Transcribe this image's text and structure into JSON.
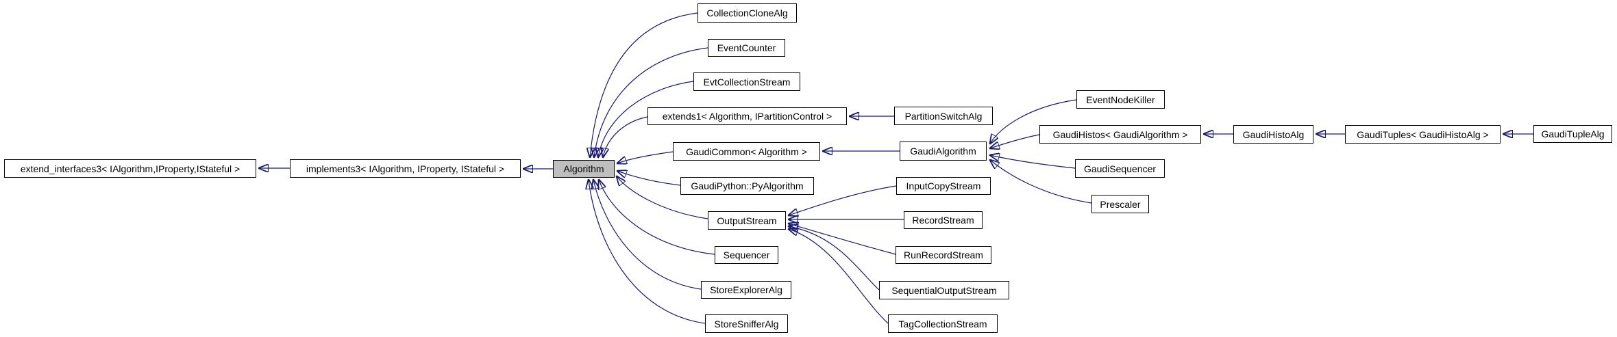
{
  "diagram": {
    "kind": "class-inheritance-graph",
    "current_node": "Algorithm",
    "colors": {
      "edge": "#191970",
      "node_border": "#000000",
      "node_fill": "#ffffff",
      "current_node_fill": "#bfbfbf",
      "text": "#000000",
      "background": "#ffffff"
    },
    "nodes": [
      {
        "id": "extend_interfaces3",
        "label": "extend_interfaces3< IAlgorithm,IProperty,IStateful >"
      },
      {
        "id": "implements3",
        "label": "implements3< IAlgorithm, IProperty, IStateful >"
      },
      {
        "id": "Algorithm",
        "label": "Algorithm"
      },
      {
        "id": "CollectionCloneAlg",
        "label": "CollectionCloneAlg"
      },
      {
        "id": "EventCounter",
        "label": "EventCounter"
      },
      {
        "id": "EvtCollectionStream",
        "label": "EvtCollectionStream"
      },
      {
        "id": "extends1",
        "label": "extends1< Algorithm, IPartitionControl >"
      },
      {
        "id": "GaudiCommon",
        "label": "GaudiCommon< Algorithm >"
      },
      {
        "id": "GaudiPythonPyAlgorithm",
        "label": "GaudiPython::PyAlgorithm"
      },
      {
        "id": "OutputStream",
        "label": "OutputStream"
      },
      {
        "id": "Sequencer",
        "label": "Sequencer"
      },
      {
        "id": "StoreExplorerAlg",
        "label": "StoreExplorerAlg"
      },
      {
        "id": "StoreSnifferAlg",
        "label": "StoreSnifferAlg"
      },
      {
        "id": "PartitionSwitchAlg",
        "label": "PartitionSwitchAlg"
      },
      {
        "id": "GaudiAlgorithm",
        "label": "GaudiAlgorithm"
      },
      {
        "id": "InputCopyStream",
        "label": "InputCopyStream"
      },
      {
        "id": "RecordStream",
        "label": "RecordStream"
      },
      {
        "id": "RunRecordStream",
        "label": "RunRecordStream"
      },
      {
        "id": "SequentialOutputStream",
        "label": "SequentialOutputStream"
      },
      {
        "id": "TagCollectionStream",
        "label": "TagCollectionStream"
      },
      {
        "id": "EventNodeKiller",
        "label": "EventNodeKiller"
      },
      {
        "id": "GaudiHistos",
        "label": "GaudiHistos< GaudiAlgorithm >"
      },
      {
        "id": "GaudiSequencer",
        "label": "GaudiSequencer"
      },
      {
        "id": "Prescaler",
        "label": "Prescaler"
      },
      {
        "id": "GaudiHistoAlg",
        "label": "GaudiHistoAlg"
      },
      {
        "id": "GaudiTuples",
        "label": "GaudiTuples< GaudiHistoAlg >"
      },
      {
        "id": "GaudiTupleAlg",
        "label": "GaudiTupleAlg"
      }
    ],
    "edges": [
      {
        "from": "implements3",
        "to": "extend_interfaces3"
      },
      {
        "from": "Algorithm",
        "to": "implements3"
      },
      {
        "from": "CollectionCloneAlg",
        "to": "Algorithm"
      },
      {
        "from": "EventCounter",
        "to": "Algorithm"
      },
      {
        "from": "EvtCollectionStream",
        "to": "Algorithm"
      },
      {
        "from": "extends1",
        "to": "Algorithm"
      },
      {
        "from": "GaudiCommon",
        "to": "Algorithm"
      },
      {
        "from": "GaudiPythonPyAlgorithm",
        "to": "Algorithm"
      },
      {
        "from": "OutputStream",
        "to": "Algorithm"
      },
      {
        "from": "Sequencer",
        "to": "Algorithm"
      },
      {
        "from": "StoreExplorerAlg",
        "to": "Algorithm"
      },
      {
        "from": "StoreSnifferAlg",
        "to": "Algorithm"
      },
      {
        "from": "PartitionSwitchAlg",
        "to": "extends1"
      },
      {
        "from": "GaudiAlgorithm",
        "to": "GaudiCommon"
      },
      {
        "from": "InputCopyStream",
        "to": "OutputStream"
      },
      {
        "from": "RecordStream",
        "to": "OutputStream"
      },
      {
        "from": "RunRecordStream",
        "to": "OutputStream"
      },
      {
        "from": "SequentialOutputStream",
        "to": "OutputStream"
      },
      {
        "from": "TagCollectionStream",
        "to": "OutputStream"
      },
      {
        "from": "EventNodeKiller",
        "to": "GaudiAlgorithm"
      },
      {
        "from": "GaudiHistos",
        "to": "GaudiAlgorithm"
      },
      {
        "from": "GaudiSequencer",
        "to": "GaudiAlgorithm"
      },
      {
        "from": "Prescaler",
        "to": "GaudiAlgorithm"
      },
      {
        "from": "GaudiHistoAlg",
        "to": "GaudiHistos"
      },
      {
        "from": "GaudiTuples",
        "to": "GaudiHistoAlg"
      },
      {
        "from": "GaudiTupleAlg",
        "to": "GaudiTuples"
      }
    ]
  }
}
